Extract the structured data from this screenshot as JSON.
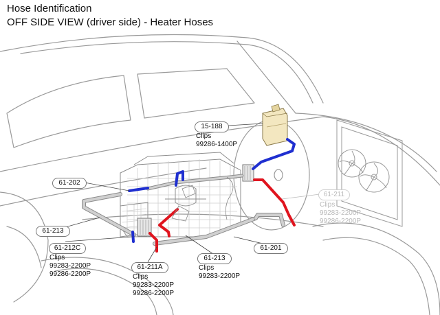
{
  "title": "Hose Identification",
  "subtitle": "OFF SIDE VIEW (driver side) - Heater Hoses",
  "callouts": [
    {
      "id": "61-202",
      "label": "61-202",
      "notes": []
    },
    {
      "id": "61-213a",
      "label": "61-213",
      "notes": []
    },
    {
      "id": "61-212c",
      "label": "61-212C",
      "notes": [
        "Clips",
        "99283-2200P",
        "99286-2200P"
      ]
    },
    {
      "id": "61-211a",
      "label": "61-211A",
      "notes": [
        "Clips",
        "99283-2200P",
        "99286-2200P"
      ]
    },
    {
      "id": "61-213b",
      "label": "61-213",
      "notes": [
        "Clips",
        "99283-2200P"
      ]
    },
    {
      "id": "61-201",
      "label": "61-201",
      "notes": []
    },
    {
      "id": "15-188",
      "label": "15-188",
      "notes": [
        "Clips",
        "99286-1400P"
      ]
    },
    {
      "id": "61-211",
      "label": "61-211",
      "notes": [
        "Clips",
        "99283-2200P",
        "99286-2200P"
      ]
    }
  ],
  "colors": {
    "outline": "#9a9a9a",
    "hose_gray": "#b9b9b9",
    "hose_blue": "#1f2fd0",
    "hose_red": "#e0141e",
    "reservoir": "#f3e7c0"
  }
}
